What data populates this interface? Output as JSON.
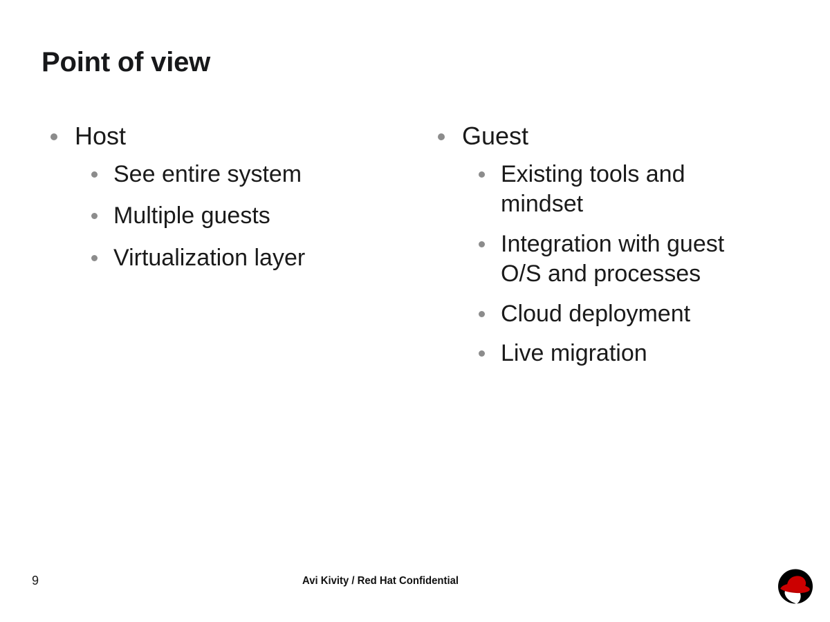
{
  "slide": {
    "title": "Point of view",
    "page_number": "9",
    "footer_note": "Avi Kivity / Red Hat Confidential",
    "background_color": "#ffffff",
    "text_color": "#1a1a1a",
    "bullet_color": "#8c8c8c"
  },
  "columns": [
    {
      "heading": "Host",
      "items": [
        "See entire system",
        "Multiple guests",
        "Virtualization layer"
      ]
    },
    {
      "heading": "Guest",
      "items": [
        "Existing tools and mindset",
        "Integration with guest O/S and processes",
        "Cloud deployment",
        "Live migration"
      ]
    }
  ],
  "logo": {
    "name": "red-hat-shadowman-logo",
    "circle_color": "#000000",
    "hat_color": "#cc0000",
    "face_color": "#ffffff"
  }
}
